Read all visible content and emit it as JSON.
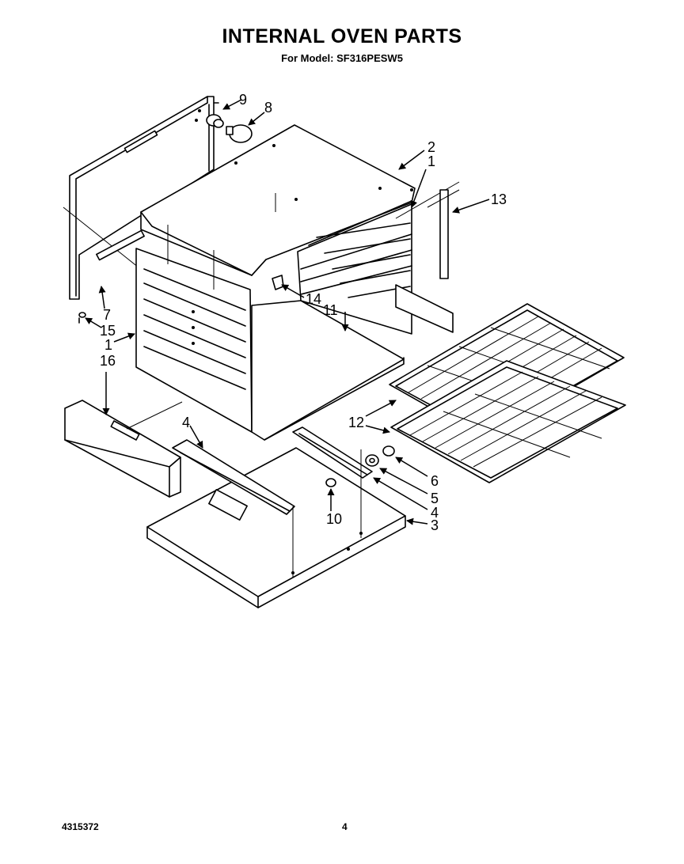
{
  "header": {
    "title": "INTERNAL OVEN PARTS",
    "subtitle": "For Model: SF316PESW5"
  },
  "callouts": [
    "9",
    "8",
    "2",
    "1",
    "13",
    "7",
    "15",
    "1",
    "16",
    "14",
    "11",
    "12",
    "4",
    "6",
    "5",
    "4",
    "10",
    "3"
  ],
  "footer": {
    "doc_number": "4315372",
    "page_number": "4"
  }
}
